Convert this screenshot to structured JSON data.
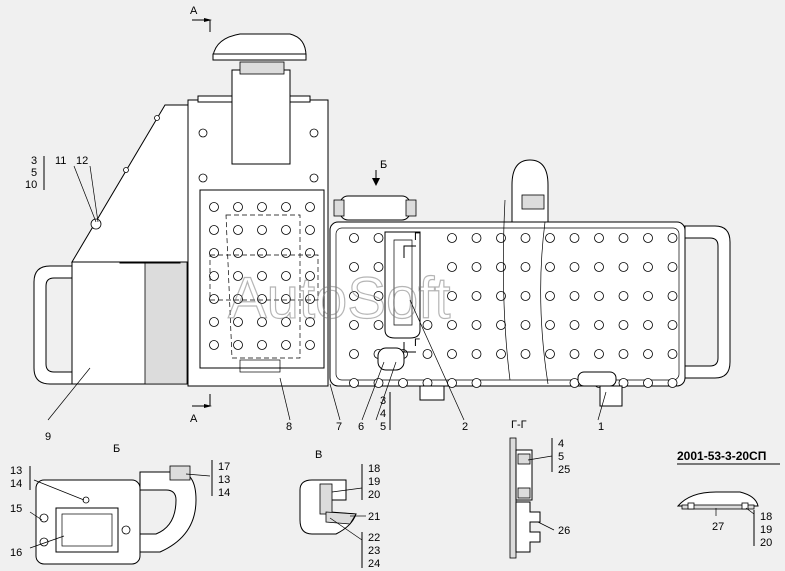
{
  "drawing_code": "2001-53-3-20СП",
  "watermark": "AutoSoft",
  "section_labels": {
    "a_top": "А",
    "a_bottom": "А",
    "b_arrow": "Б",
    "g_mark_top": "Г",
    "g_mark_bottom": "Г",
    "view_b": "Б",
    "view_v": "В",
    "section_gg": "Г-Г"
  },
  "callouts": {
    "c1": "1",
    "c2": "2",
    "c7": "7",
    "c8": "8",
    "c9": "9",
    "c6": "6",
    "c11": "11",
    "c12": "12",
    "g_3_5_10": [
      "3",
      "5",
      "10"
    ],
    "g_3_4_5": [
      "3",
      "4",
      "5"
    ],
    "g_13_14_left": [
      "13",
      "14"
    ],
    "g_17_13_14": [
      "17",
      "13",
      "14"
    ],
    "c15": "15",
    "c16": "16",
    "g_18_19_20_v": [
      "18",
      "19",
      "20"
    ],
    "c21": "21",
    "g_22_23_24": [
      "22",
      "23",
      "24"
    ],
    "g_4_5_25": [
      "4",
      "5",
      "25"
    ],
    "c26": "26",
    "c27": "27",
    "g_18_19_20_r": [
      "18",
      "19",
      "20"
    ]
  }
}
